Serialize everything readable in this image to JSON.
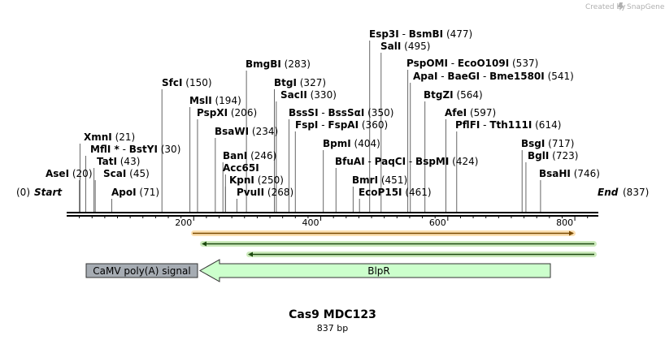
{
  "credit": {
    "prefix": "Created by",
    "brand": "SnapGene"
  },
  "title": "Cas9 MDC123",
  "subtitle": "837 bp",
  "length_bp": 837,
  "start_label": "Start",
  "start_pos": "(0)",
  "end_label": "End",
  "end_pos": "(837)",
  "ticks": [
    "200",
    "400",
    "600",
    "800"
  ],
  "tick_values": [
    200,
    400,
    600,
    800
  ],
  "sites": [
    {
      "names": [
        "Esp3I",
        "BsmBI"
      ],
      "pos": 477,
      "pos_text": "(477)"
    },
    {
      "names": [
        "SalI"
      ],
      "pos": 495,
      "pos_text": "(495)"
    },
    {
      "names": [
        "PspOMI",
        "EcoO109I"
      ],
      "pos": 537,
      "pos_text": "(537)"
    },
    {
      "names": [
        "ApaI",
        "BaeGI",
        "Bme1580I"
      ],
      "pos": 541,
      "pos_text": "(541)"
    },
    {
      "names": [
        "BmgBI"
      ],
      "pos": 283,
      "pos_text": "(283)"
    },
    {
      "names": [
        "SfcI"
      ],
      "pos": 150,
      "pos_text": "(150)"
    },
    {
      "names": [
        "BtgI"
      ],
      "pos": 327,
      "pos_text": "(327)"
    },
    {
      "names": [
        "SacII"
      ],
      "pos": 330,
      "pos_text": "(330)"
    },
    {
      "names": [
        "BtgZI"
      ],
      "pos": 564,
      "pos_text": "(564)"
    },
    {
      "names": [
        "MslI"
      ],
      "pos": 194,
      "pos_text": "(194)"
    },
    {
      "names": [
        "PspXI"
      ],
      "pos": 206,
      "pos_text": "(206)"
    },
    {
      "names": [
        "BssSI",
        "BssSαI"
      ],
      "pos": 350,
      "pos_text": "(350)"
    },
    {
      "names": [
        "AfeI"
      ],
      "pos": 597,
      "pos_text": "(597)"
    },
    {
      "names": [
        "FspI",
        "FspAI"
      ],
      "pos": 360,
      "pos_text": "(360)"
    },
    {
      "names": [
        "PflFI",
        "Tth111I"
      ],
      "pos": 614,
      "pos_text": "(614)"
    },
    {
      "names": [
        "BsaWI"
      ],
      "pos": 234,
      "pos_text": "(234)"
    },
    {
      "names": [
        "XmnI"
      ],
      "pos": 21,
      "pos_text": "(21)"
    },
    {
      "names": [
        "BpmI"
      ],
      "pos": 404,
      "pos_text": "(404)"
    },
    {
      "names": [
        "BsgI"
      ],
      "pos": 717,
      "pos_text": "(717)"
    },
    {
      "names": [
        "MflI *",
        "BstYI"
      ],
      "pos": 30,
      "pos_text": "(30)"
    },
    {
      "names": [
        "BanI"
      ],
      "pos": 246,
      "pos_text": "(246)"
    },
    {
      "names": [
        "BglI"
      ],
      "pos": 723,
      "pos_text": "(723)"
    },
    {
      "names": [
        "TatI"
      ],
      "pos": 43,
      "pos_text": "(43)"
    },
    {
      "names": [
        "BfuAI",
        "PaqCI",
        "BspMI"
      ],
      "pos": 424,
      "pos_text": "(424)"
    },
    {
      "names": [
        "Acc65I"
      ],
      "pos": 250,
      "pos_text": ""
    },
    {
      "names": [
        "AseI"
      ],
      "pos": 20,
      "pos_text": "(20)"
    },
    {
      "names": [
        "ScaI"
      ],
      "pos": 45,
      "pos_text": "(45)"
    },
    {
      "names": [
        "KpnI"
      ],
      "pos": 250,
      "pos_text": "(250)"
    },
    {
      "names": [
        "BmrI"
      ],
      "pos": 451,
      "pos_text": "(451)"
    },
    {
      "names": [
        "BsaHI"
      ],
      "pos": 746,
      "pos_text": "(746)"
    },
    {
      "names": [
        "ApoI"
      ],
      "pos": 71,
      "pos_text": "(71)"
    },
    {
      "names": [
        "PvuII"
      ],
      "pos": 268,
      "pos_text": "(268)"
    },
    {
      "names": [
        "EcoP15I"
      ],
      "pos": 461,
      "pos_text": "(461)"
    }
  ],
  "features": [
    {
      "label": "CaMV poly(A) signal",
      "color": "#a6acb3"
    },
    {
      "label": "BlpR",
      "color": "#ccffcc"
    }
  ],
  "colors": {
    "orf_orange": "#f5a623",
    "orf_green": "#8fd16a",
    "feature_green": "#ccffcc",
    "feature_gray": "#a6acb3",
    "backbone": "#000000"
  }
}
